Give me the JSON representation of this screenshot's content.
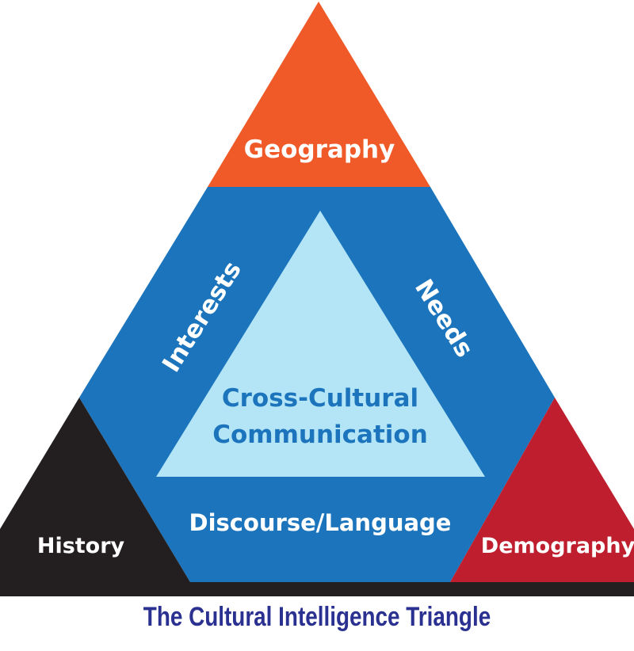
{
  "caption": "The Cultural Intelligence Triangle",
  "segments": {
    "geography": "Geography",
    "history": "History",
    "demography": "Demography",
    "interests": "Interests",
    "needs": "Needs",
    "discourse": "Discourse/Language",
    "center_line1": "Cross-Cultural",
    "center_line2": "Communication"
  },
  "colors": {
    "geography": "#f05a28",
    "history": "#231f20",
    "demography": "#be1e2d",
    "middle": "#1c75bc",
    "center": "#b3e5f7",
    "center_text": "#1c75bc",
    "caption": "#2b3191"
  }
}
